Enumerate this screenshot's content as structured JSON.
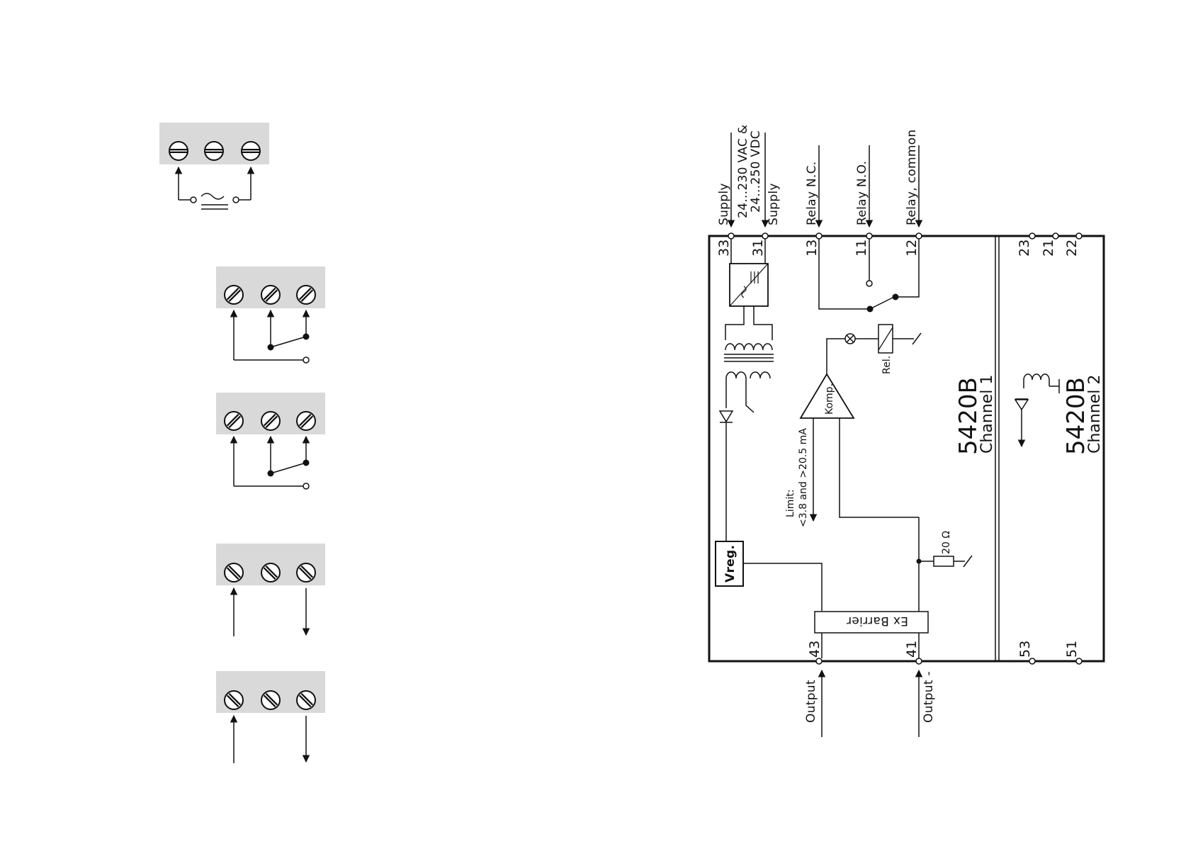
{
  "terminals": {
    "t33": "33",
    "t31": "31",
    "t13": "13",
    "t11": "11",
    "t12": "12",
    "t23": "23",
    "t21": "21",
    "t22": "22",
    "t43": "43",
    "t41": "41",
    "t53": "53",
    "t51": "51"
  },
  "signals": {
    "supply_a": "Supply",
    "supply_range_ac": "24...230 VAC &",
    "supply_range_dc": "24...250 VDC",
    "supply_b": "Supply",
    "relay_nc": "Relay N.C.",
    "relay_no": "Relay N.O.",
    "relay_common": "Relay, common",
    "output_plus": "Output",
    "output_minus": "Output -"
  },
  "blocks": {
    "vreg": "Vreg.",
    "ex_barrier": "Ex Barrier",
    "komp": "Komp.",
    "rel": "Rel.",
    "resistor": "20 Ω",
    "limit_title": "Limit:",
    "limit_value": "<3.8 and >20.5 mA"
  },
  "modules": {
    "ch1_model": "5420B",
    "ch1_name": "Channel 1",
    "ch2_model": "5420B",
    "ch2_name": "Channel 2"
  }
}
